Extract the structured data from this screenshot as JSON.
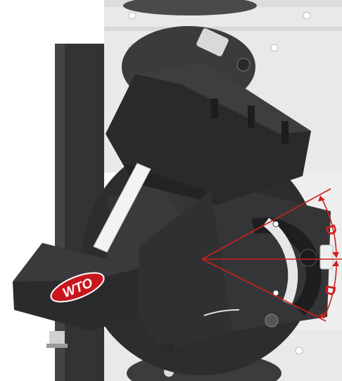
{
  "brand": {
    "logo_text": "WTO",
    "logo_color": "#c8161d"
  },
  "dimensions": {
    "upper_label": "D",
    "lower_label": "D",
    "line_color": "#cc2020"
  },
  "colors": {
    "body_dark": "#2f2f31",
    "body_mid": "#3f3f42",
    "rail_light": "#e6e6e6",
    "shaft_white": "#f3f3f3"
  }
}
